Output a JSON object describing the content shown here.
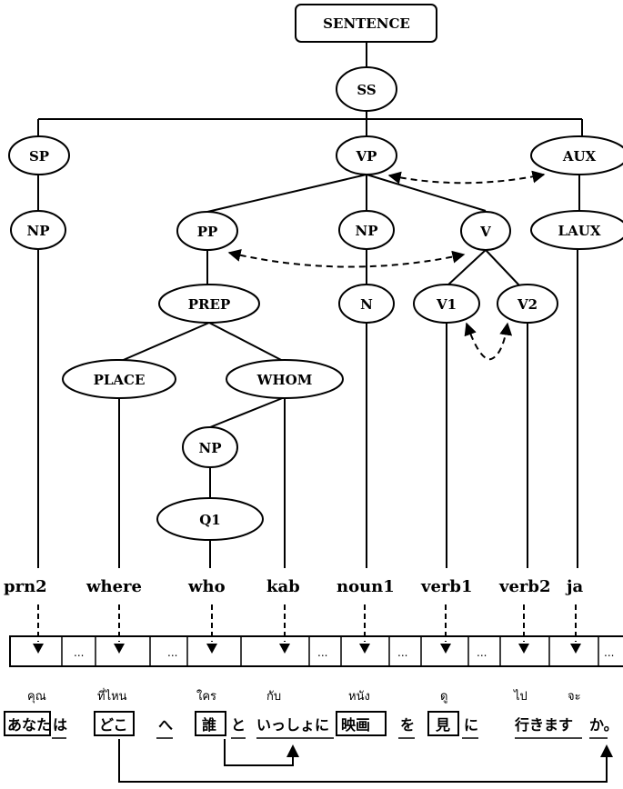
{
  "tree": {
    "root_label": "SENTENCE",
    "nodes": {
      "ss": "SS",
      "sp": "SP",
      "vp": "VP",
      "aux": "AUX",
      "np_sp": "NP",
      "pp": "PP",
      "np_vp": "NP",
      "v": "V",
      "laux": "LAUX",
      "prep": "PREP",
      "n": "N",
      "v1": "V1",
      "v2": "V2",
      "place": "PLACE",
      "whom": "WHOM",
      "np_whom": "NP",
      "q1": "Q1"
    }
  },
  "words": [
    "prn2",
    "where",
    "who",
    "kab",
    "noun1",
    "verb1",
    "verb2",
    "ja"
  ],
  "buffer": {
    "ellipsis": "..."
  },
  "thai_words": [
    "คุณ",
    "ที่ไหน",
    "ใคร",
    "กับ",
    "หนัง",
    "ดู",
    "ไป",
    "จะ"
  ],
  "japanese": [
    "あなた",
    "は",
    "どこ",
    "へ",
    "誰",
    "と",
    "いっしょに",
    "映画",
    "を",
    "見",
    "に",
    "行きます",
    "か。"
  ]
}
